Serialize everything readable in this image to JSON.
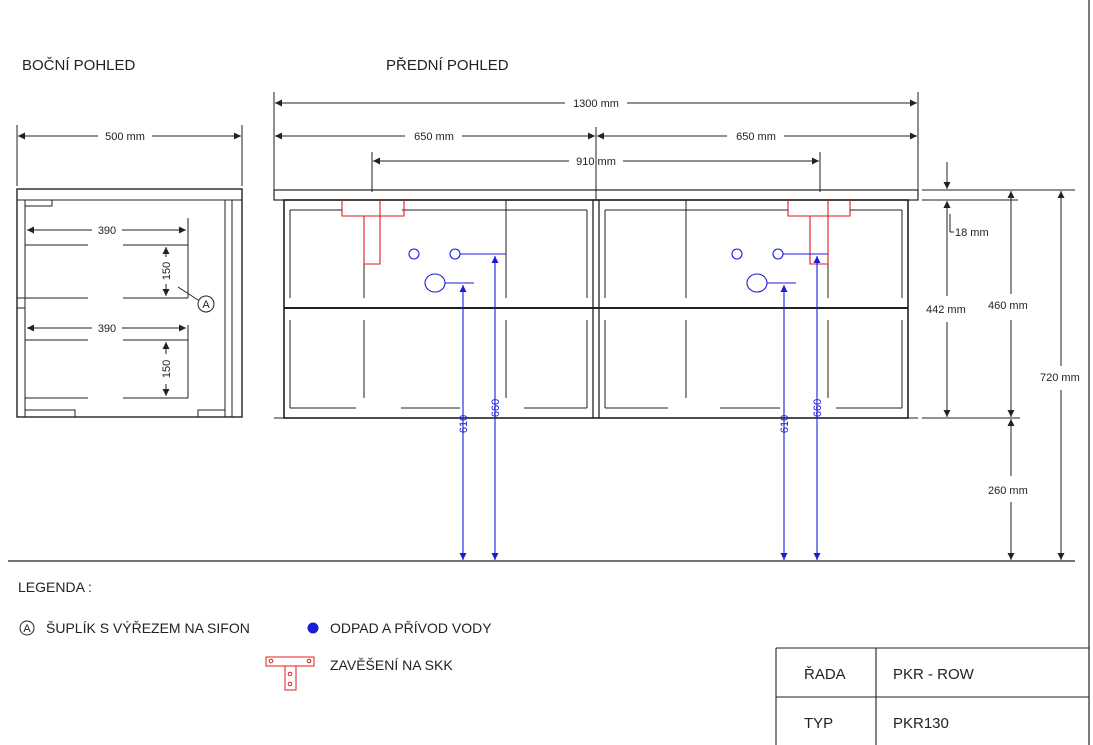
{
  "views": {
    "side_title": "BOČNÍ POHLED",
    "front_title": "PŘEDNÍ POHLED"
  },
  "dimensions": {
    "side_width": "500 mm",
    "drawer_width_top": "390",
    "drawer_width_bottom": "390",
    "drawer_depth_top": "150",
    "drawer_depth_bottom": "150",
    "drawer_marker": "A",
    "total_width": "1300 mm",
    "half_left": "650 mm",
    "half_right": "650 mm",
    "siphon_spacing": "910 mm",
    "top_thickness": "18 mm",
    "front_height": "442 mm",
    "body_height": "460 mm",
    "total_height": "720 mm",
    "floor_clearance": "260 mm",
    "drain_left": "610",
    "supply_left": "660",
    "drain_right": "610",
    "supply_right": "660"
  },
  "legend": {
    "title": "LEGENDA :",
    "drawer_symbol": "A",
    "drawer_text": "ŠUPLÍK S VÝŘEZEM NA SIFON",
    "water_text": "ODPAD A PŘÍVOD VODY",
    "hanger_text": "ZAVĚŠENÍ NA SKK"
  },
  "title_block": {
    "series_label": "ŘADA",
    "series_value": "PKR - ROW",
    "type_label": "TYP",
    "type_value": "PKR130"
  },
  "colors": {
    "line": "#222222",
    "water": "#1b1bd8",
    "hanger": "#e01b1b"
  },
  "icons": [
    "drawer-marker-icon",
    "water-dot-icon",
    "wall-hanger-icon"
  ]
}
